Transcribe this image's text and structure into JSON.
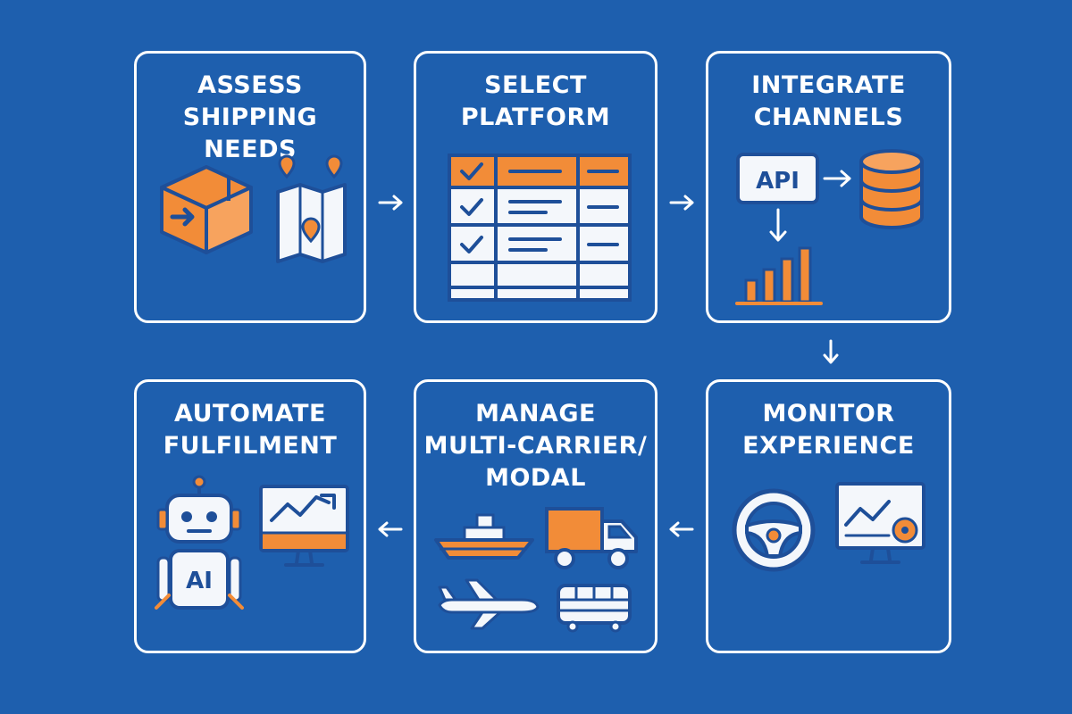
{
  "steps": [
    {
      "title": "ASSESS\nSHIPPING NEEDS"
    },
    {
      "title": "SELECT\nPLATFORM"
    },
    {
      "title": "INTEGRATE\nCHANNELS",
      "api_label": "API"
    },
    {
      "title": "MONITOR\nEXPERIENCE"
    },
    {
      "title": "MANAGE\nMULTI-CARRIER/\nMODAL"
    },
    {
      "title": "AUTOMATE\nFULFILMENT",
      "ai_label": "AI"
    }
  ],
  "colors": {
    "background": "#1e5fae",
    "accent": "#f28c38",
    "outline": "#ffffff",
    "ink": "#1e4f99",
    "panel": "#f4f7fb"
  },
  "icons": {
    "step1": [
      "package-box-icon",
      "map-pins-icon"
    ],
    "step2": [
      "checklist-table-icon"
    ],
    "step3": [
      "api-box-icon",
      "database-icon",
      "bar-chart-icon"
    ],
    "step4": [
      "steering-wheel-icon",
      "monitor-chart-icon"
    ],
    "step5": [
      "ship-icon",
      "truck-icon",
      "airplane-icon",
      "train-icon"
    ],
    "step6": [
      "robot-icon",
      "monitor-trend-icon"
    ]
  }
}
